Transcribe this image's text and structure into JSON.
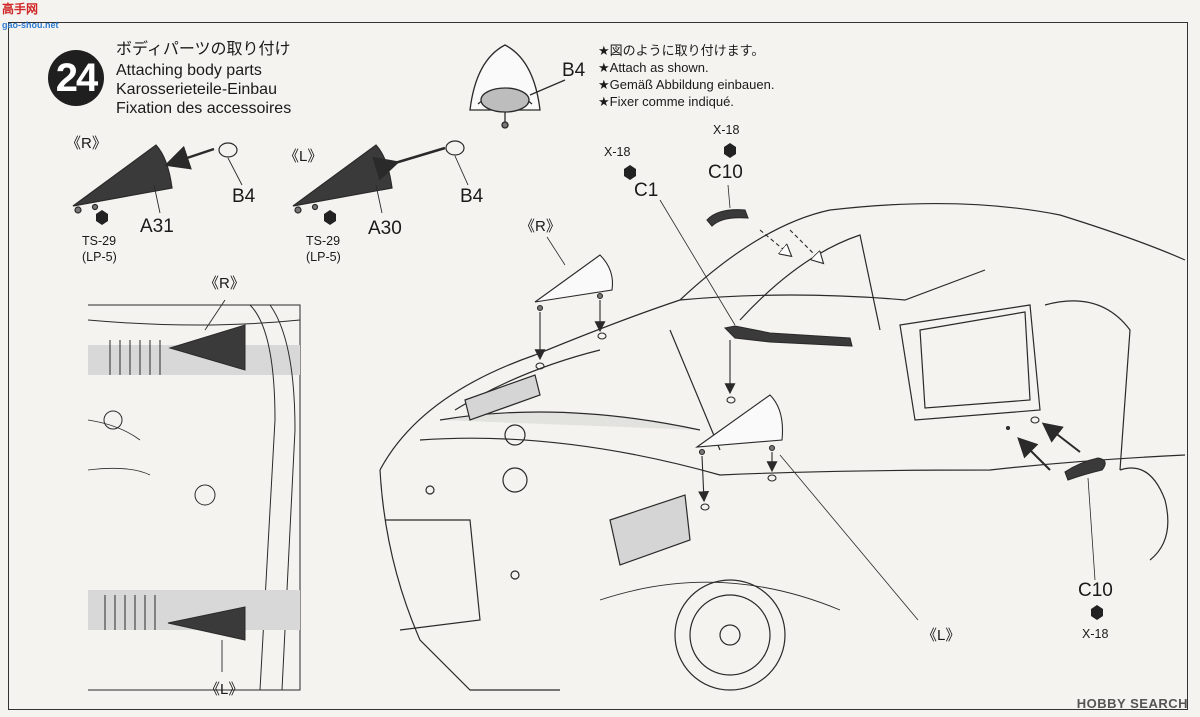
{
  "watermark": {
    "site": "高手网",
    "domain": "gao-shou.net",
    "bottom": "HOBBY SEARCH"
  },
  "step": {
    "number": "24",
    "title_ja": "ボディパーツの取り付け",
    "title_en": "Attaching body parts",
    "title_de": "Karosserieteile-Einbau",
    "title_fr": "Fixation des accessoires"
  },
  "notes": [
    "★図のように取り付けます。",
    "★Attach as shown.",
    "★Gemäß Abbildung einbauen.",
    "★Fixer comme indiqué."
  ],
  "labels": {
    "b4_top": "B4",
    "r_top_left": "《R》",
    "l_top_left": "《L》",
    "b4_r": "B4",
    "b4_l": "B4",
    "a31": "A31",
    "a30": "A30",
    "ts29_r": "TS-29",
    "lp5_r": "(LP-5)",
    "ts29_l": "TS-29",
    "lp5_l": "(LP-5)",
    "r_inset": "《R》",
    "l_inset": "《L》",
    "x18_c1": "X-18",
    "c1": "C1",
    "x18_c10_top": "X-18",
    "c10_top": "C10",
    "r_car": "《R》",
    "l_car": "《L》",
    "c10_right": "C10",
    "x18_right": "X-18"
  },
  "colors": {
    "paint": "#3a3a3a",
    "shade": "#c9c9c9",
    "line": "#2a2a2a"
  }
}
